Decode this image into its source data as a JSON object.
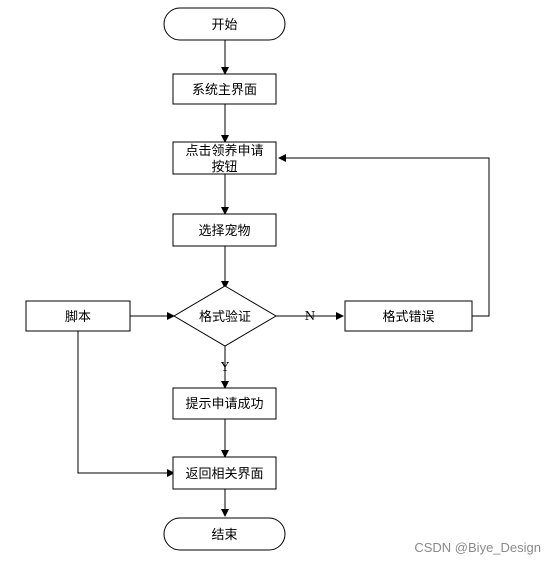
{
  "flowchart": {
    "start": "开始",
    "main_ui": "系统主界面",
    "click_apply_line1": "点击领养申请",
    "click_apply_line2": "按钮",
    "select_pet": "选择宠物",
    "format_check": "格式验证",
    "script": "脚本",
    "format_error": "格式错误",
    "prompt_success": "提示申请成功",
    "return_page": "返回相关界面",
    "end": "结束",
    "label_no": "N",
    "label_yes": "Y"
  },
  "watermark": "CSDN @Biye_Design"
}
